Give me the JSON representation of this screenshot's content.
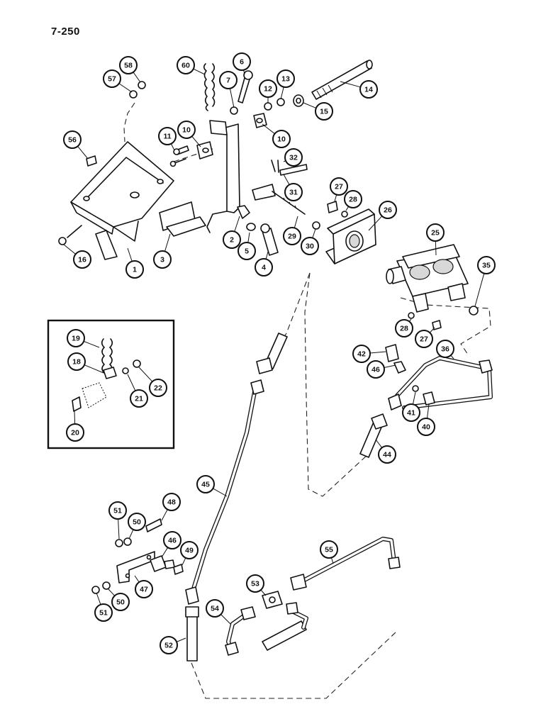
{
  "page": {
    "number": "7-250"
  },
  "callouts": [
    {
      "id": "c1",
      "label": "1"
    },
    {
      "id": "c2",
      "label": "2"
    },
    {
      "id": "c3",
      "label": "3"
    },
    {
      "id": "c4",
      "label": "4"
    },
    {
      "id": "c5",
      "label": "5"
    },
    {
      "id": "c6",
      "label": "6"
    },
    {
      "id": "c7",
      "label": "7"
    },
    {
      "id": "c10a",
      "label": "10"
    },
    {
      "id": "c10b",
      "label": "10"
    },
    {
      "id": "c11",
      "label": "11"
    },
    {
      "id": "c12",
      "label": "12"
    },
    {
      "id": "c13",
      "label": "13"
    },
    {
      "id": "c14",
      "label": "14"
    },
    {
      "id": "c15",
      "label": "15"
    },
    {
      "id": "c16",
      "label": "16"
    },
    {
      "id": "c18",
      "label": "18"
    },
    {
      "id": "c19",
      "label": "19"
    },
    {
      "id": "c20",
      "label": "20"
    },
    {
      "id": "c21",
      "label": "21"
    },
    {
      "id": "c22",
      "label": "22"
    },
    {
      "id": "c25",
      "label": "25"
    },
    {
      "id": "c26",
      "label": "26"
    },
    {
      "id": "c27a",
      "label": "27"
    },
    {
      "id": "c27b",
      "label": "27"
    },
    {
      "id": "c28a",
      "label": "28"
    },
    {
      "id": "c28b",
      "label": "28"
    },
    {
      "id": "c29",
      "label": "29"
    },
    {
      "id": "c30",
      "label": "30"
    },
    {
      "id": "c31",
      "label": "31"
    },
    {
      "id": "c32",
      "label": "32"
    },
    {
      "id": "c35",
      "label": "35"
    },
    {
      "id": "c36",
      "label": "36"
    },
    {
      "id": "c40",
      "label": "40"
    },
    {
      "id": "c41",
      "label": "41"
    },
    {
      "id": "c42",
      "label": "42"
    },
    {
      "id": "c44",
      "label": "44"
    },
    {
      "id": "c45",
      "label": "45"
    },
    {
      "id": "c46a",
      "label": "46"
    },
    {
      "id": "c46b",
      "label": "46"
    },
    {
      "id": "c47",
      "label": "47"
    },
    {
      "id": "c48",
      "label": "48"
    },
    {
      "id": "c49",
      "label": "49"
    },
    {
      "id": "c50a",
      "label": "50"
    },
    {
      "id": "c50b",
      "label": "50"
    },
    {
      "id": "c51a",
      "label": "51"
    },
    {
      "id": "c51b",
      "label": "51"
    },
    {
      "id": "c52",
      "label": "52"
    },
    {
      "id": "c53",
      "label": "53"
    },
    {
      "id": "c54",
      "label": "54"
    },
    {
      "id": "c55",
      "label": "55"
    },
    {
      "id": "c56",
      "label": "56"
    },
    {
      "id": "c57",
      "label": "57"
    },
    {
      "id": "c58",
      "label": "58"
    },
    {
      "id": "c60",
      "label": "60"
    }
  ]
}
